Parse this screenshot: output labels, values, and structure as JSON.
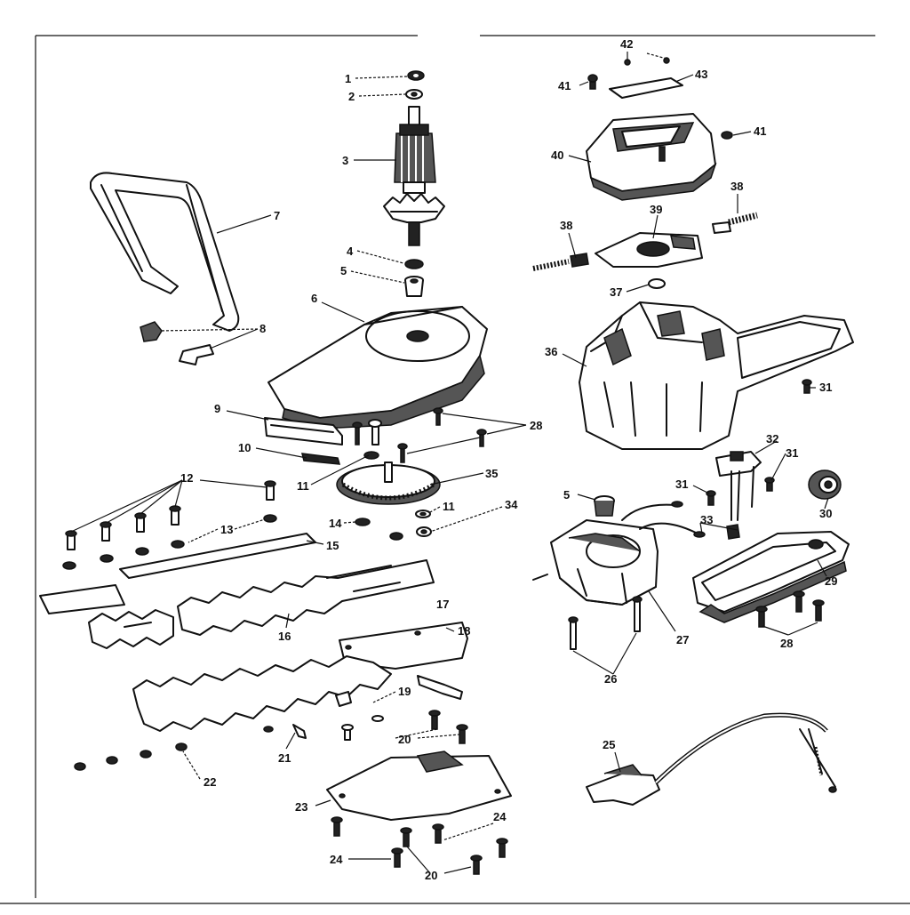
{
  "callouts": [
    {
      "id": "1",
      "text": "1"
    },
    {
      "id": "2",
      "text": "2"
    },
    {
      "id": "3",
      "text": "3"
    },
    {
      "id": "4",
      "text": "4"
    },
    {
      "id": "5",
      "text": "5"
    },
    {
      "id": "5b",
      "text": "5"
    },
    {
      "id": "6",
      "text": "6"
    },
    {
      "id": "7",
      "text": "7"
    },
    {
      "id": "8",
      "text": "8"
    },
    {
      "id": "9",
      "text": "9"
    },
    {
      "id": "10",
      "text": "10"
    },
    {
      "id": "11",
      "text": "11"
    },
    {
      "id": "11b",
      "text": "11"
    },
    {
      "id": "12",
      "text": "12"
    },
    {
      "id": "13",
      "text": "13"
    },
    {
      "id": "14",
      "text": "14"
    },
    {
      "id": "15",
      "text": "15"
    },
    {
      "id": "16",
      "text": "16"
    },
    {
      "id": "17",
      "text": "17"
    },
    {
      "id": "18",
      "text": "18"
    },
    {
      "id": "19",
      "text": "19"
    },
    {
      "id": "20",
      "text": "20"
    },
    {
      "id": "20b",
      "text": "20"
    },
    {
      "id": "21",
      "text": "21"
    },
    {
      "id": "22",
      "text": "22"
    },
    {
      "id": "23",
      "text": "23"
    },
    {
      "id": "24",
      "text": "24"
    },
    {
      "id": "24b",
      "text": "24"
    },
    {
      "id": "25",
      "text": "25"
    },
    {
      "id": "26",
      "text": "26"
    },
    {
      "id": "27",
      "text": "27"
    },
    {
      "id": "28",
      "text": "28"
    },
    {
      "id": "28b",
      "text": "28"
    },
    {
      "id": "29",
      "text": "29"
    },
    {
      "id": "30",
      "text": "30"
    },
    {
      "id": "31",
      "text": "31"
    },
    {
      "id": "31b",
      "text": "31"
    },
    {
      "id": "31c",
      "text": "31"
    },
    {
      "id": "32",
      "text": "32"
    },
    {
      "id": "33",
      "text": "33"
    },
    {
      "id": "34",
      "text": "34"
    },
    {
      "id": "35",
      "text": "35"
    },
    {
      "id": "36",
      "text": "36"
    },
    {
      "id": "37",
      "text": "37"
    },
    {
      "id": "38",
      "text": "38"
    },
    {
      "id": "38b",
      "text": "38"
    },
    {
      "id": "39",
      "text": "39"
    },
    {
      "id": "40",
      "text": "40"
    },
    {
      "id": "41",
      "text": "41"
    },
    {
      "id": "41b",
      "text": "41"
    },
    {
      "id": "42",
      "text": "42"
    },
    {
      "id": "43",
      "text": "43"
    }
  ]
}
